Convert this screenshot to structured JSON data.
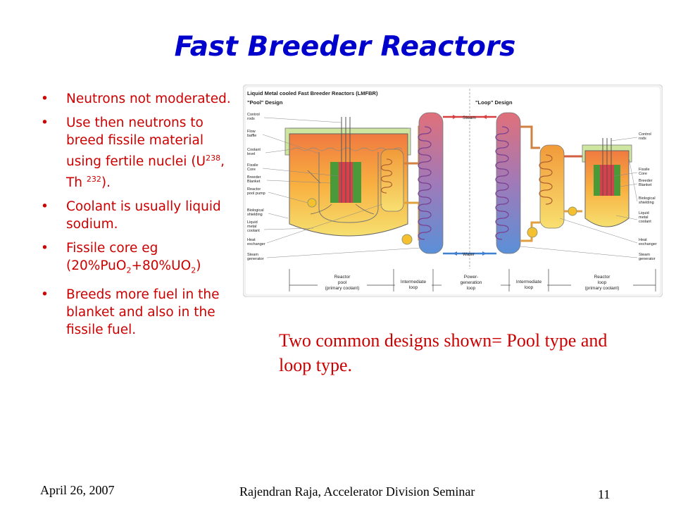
{
  "slide": {
    "title": "Fast Breeder Reactors",
    "bullets": [
      {
        "text": "Neutrons not moderated."
      },
      {
        "pre": "Use then neutrons to breed fissile material using fertile nuclei (U",
        "sup1": "238",
        "mid": ", Th ",
        "sup2": "232",
        "post": ")."
      },
      {
        "text": "Coolant is usually liquid sodium."
      },
      {
        "pre": "Fissile core eg (20%PuO",
        "sub1": "2",
        "mid": "+80%UO",
        "sub2": "2",
        "post": ")"
      },
      {
        "text": "Breeds more fuel in the blanket and also in the fissile fuel."
      }
    ],
    "caption": "Two common designs shown= Pool type and loop type.",
    "footer": {
      "date": "April 26, 2007",
      "author": "Rajendran Raja, Accelerator Division Seminar",
      "page": "11"
    }
  },
  "diagram": {
    "heading": "Liquid Metal cooled Fast Breeder Reactors (LMFBR)",
    "pool_label": "\"Pool\" Design",
    "loop_label": "\"Loop\" Design",
    "steam": "Steam",
    "water": "Water",
    "left_labels": {
      "control_1": "Control",
      "control_2": "rods",
      "flow_1": "Flow",
      "flow_2": "baffle",
      "coolant_1": "Coolant",
      "coolant_2": "level",
      "fissile_1": "Fissile",
      "fissile_2": "Core",
      "breeder_1": "Breeder",
      "breeder_2": "Blanket",
      "pump_1": "Reactor",
      "pump_2": "pool pump",
      "bio_1": "Biological",
      "bio_2": "shielding",
      "liquid_1": "Liquid",
      "liquid_2": "metal",
      "liquid_3": "coolant",
      "heat_1": "Heat",
      "heat_2": "exchanger",
      "steamgen_1": "Steam",
      "steamgen_2": "generator"
    },
    "right_labels": {
      "control_1": "Control",
      "control_2": "rods",
      "fissile_1": "Fissile",
      "fissile_2": "Core",
      "breeder_1": "Breeder",
      "breeder_2": "Blanket",
      "bio_1": "Biological",
      "bio_2": "shielding",
      "liquid_1": "Liquid",
      "liquid_2": "metal",
      "liquid_3": "coolant",
      "heat_1": "Heat",
      "heat_2": "exchanger",
      "steamgen_1": "Steam",
      "steamgen_2": "generator"
    },
    "loops": {
      "reactor_pool_1": "Reactor",
      "reactor_pool_2": "pool",
      "reactor_pool_3": "(primary coolant)",
      "intermediate_l_1": "Intermediate",
      "intermediate_l_2": "loop",
      "power_1": "Power-",
      "power_2": "generation",
      "power_3": "loop",
      "intermediate_r_1": "Intermediate",
      "intermediate_r_2": "loop",
      "reactor_loop_1": "Reactor",
      "reactor_loop_2": "loop",
      "reactor_loop_3": "(primary coolant)"
    }
  }
}
